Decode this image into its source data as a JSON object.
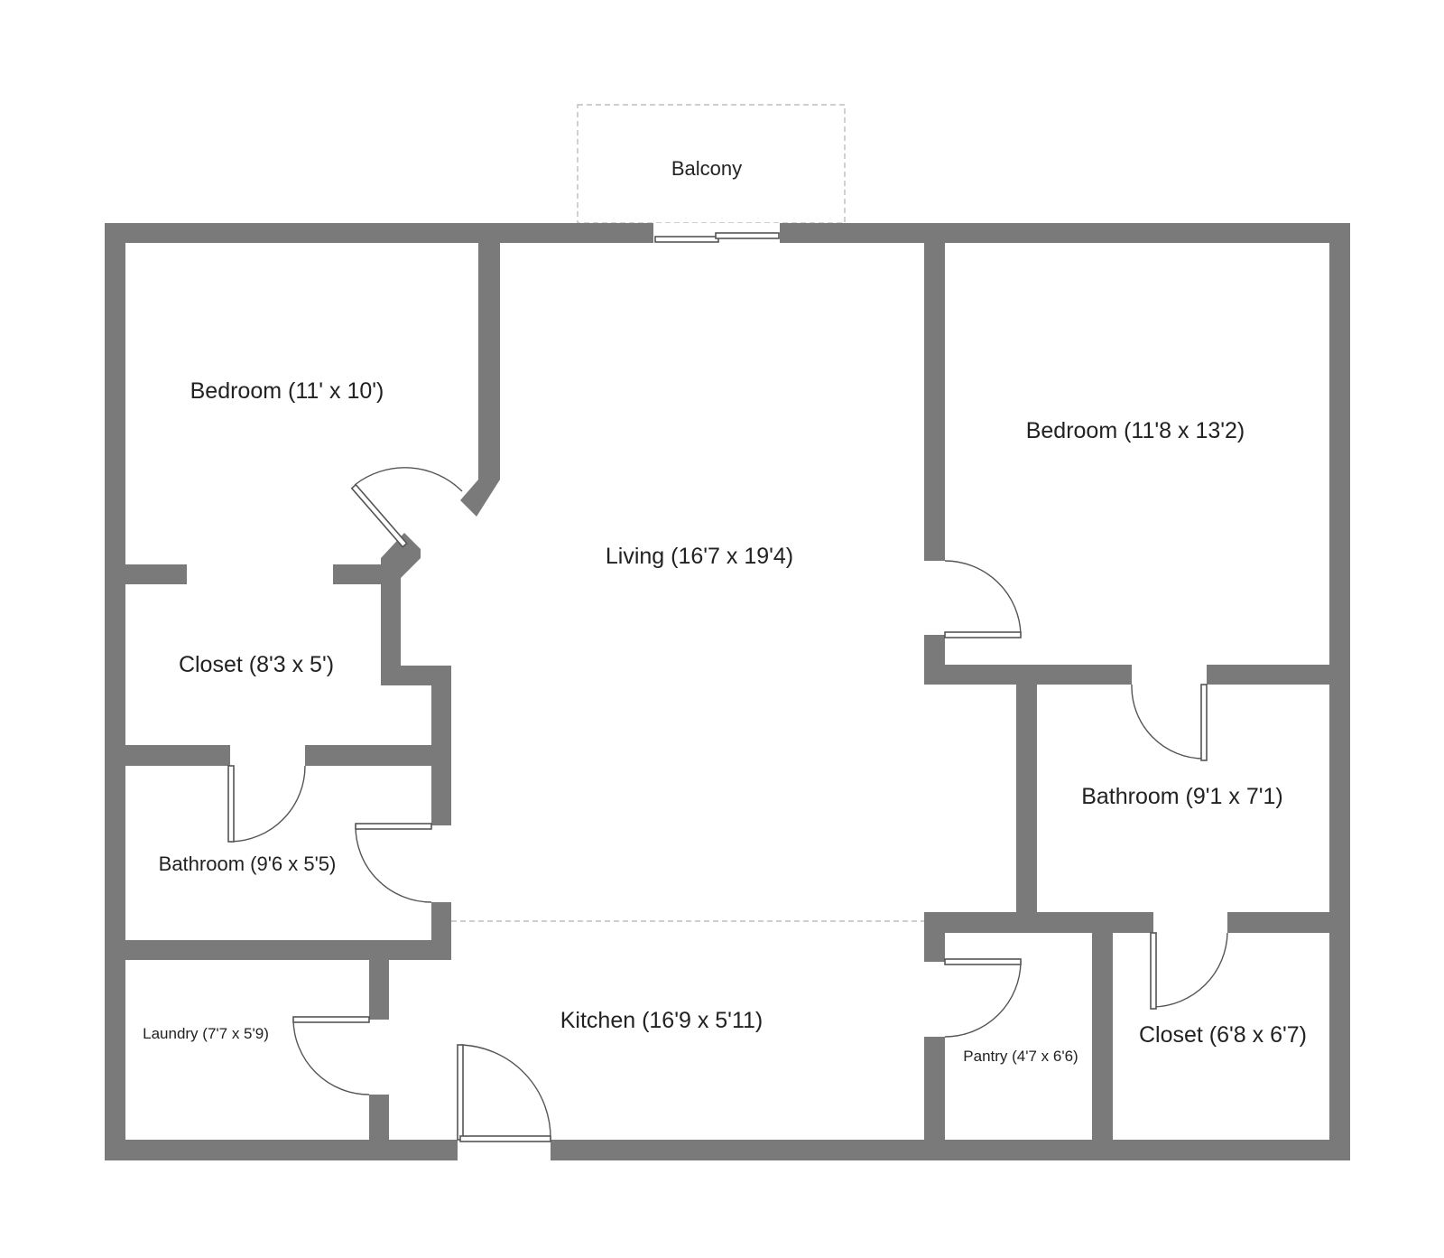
{
  "colors": {
    "wall": "#7a7a7a",
    "background": "#ffffff",
    "dashed": "#bdbdbd",
    "text": "#222222"
  },
  "rooms": {
    "balcony": "Balcony",
    "bedroom_left": "Bedroom (11' x 10')",
    "bedroom_right": "Bedroom (11'8 x 13'2)",
    "living": "Living (16'7 x 19'4)",
    "closet_left": "Closet (8'3 x 5')",
    "bathroom_left": "Bathroom (9'6 x 5'5)",
    "bathroom_right": "Bathroom (9'1 x 7'1)",
    "kitchen": "Kitchen (16'9 x 5'11)",
    "laundry": "Laundry (7'7 x 5'9)",
    "pantry": "Pantry (4'7 x 6'6)",
    "closet_right": "Closet (6'8 x 6'7)"
  }
}
